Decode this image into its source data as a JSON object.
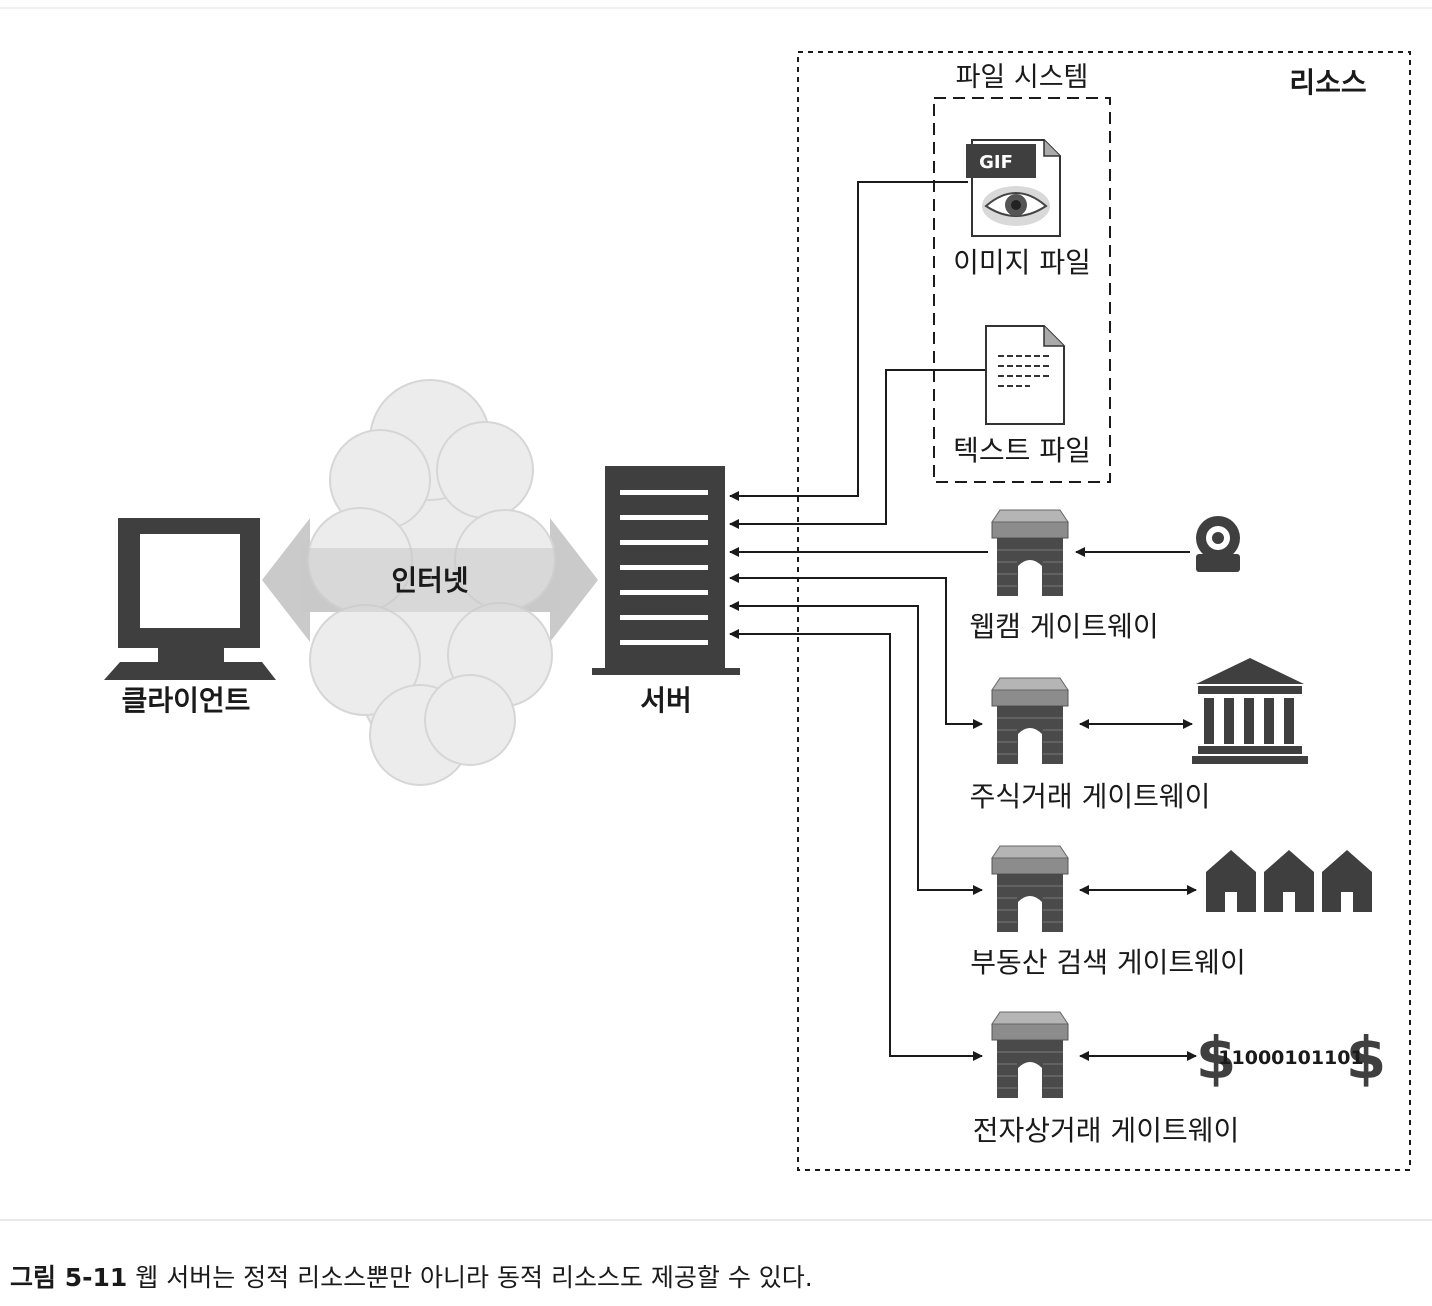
{
  "diagram": {
    "client_label": "클라이언트",
    "internet_label": "인터넷",
    "server_label": "서버",
    "resources_label": "리소스",
    "filesystem_label": "파일 시스템",
    "gif_label": "GIF",
    "image_file_label": "이미지 파일",
    "text_file_label": "텍스트 파일",
    "webcam_gateway_label": "웹캠 게이트웨이",
    "stock_gateway_label": "주식거래 게이트웨이",
    "realestate_gateway_label": "부동산 검색 게이트웨이",
    "ecommerce_gateway_label": "전자상거래 게이트웨이",
    "binary_label": "11000101101"
  },
  "caption": {
    "number": "그림 5-11",
    "text": "웹 서버는 정적 리소스뿐만 아니라 동적 리소스도 제공할 수 있다."
  },
  "icons": [
    "computer-icon",
    "cloud-icon",
    "server-icon",
    "gif-file-icon",
    "text-file-icon",
    "gateway-icon",
    "webcam-icon",
    "bank-icon",
    "houses-icon",
    "dollar-icon"
  ]
}
